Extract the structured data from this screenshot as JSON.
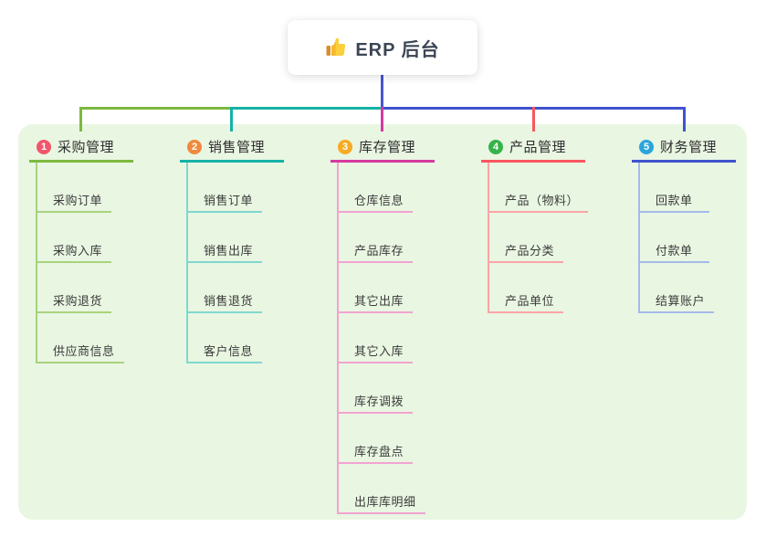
{
  "root": {
    "title": "ERP 后台",
    "icon": "thumbs-up-icon"
  },
  "panel": {
    "background": "#e9f6e2"
  },
  "connector": {
    "root_color": "#4656cf"
  },
  "branches": [
    {
      "index": "1",
      "label": "采购管理",
      "line_color": "#7cb93f",
      "child_line_color": "#a9d37d",
      "badge_color": "#f2566b",
      "children": [
        "采购订单",
        "采购入库",
        "采购退货",
        "供应商信息"
      ]
    },
    {
      "index": "2",
      "label": "销售管理",
      "line_color": "#16b2a6",
      "child_line_color": "#80d8cf",
      "badge_color": "#f0893d",
      "children": [
        "销售订单",
        "销售出库",
        "销售退货",
        "客户信息"
      ]
    },
    {
      "index": "3",
      "label": "库存管理",
      "line_color": "#d63aa0",
      "child_line_color": "#f2a3d1",
      "badge_color": "#f6ab23",
      "children": [
        "仓库信息",
        "产品库存",
        "其它出库",
        "其它入库",
        "库存调拨",
        "库存盘点",
        "出库库明细"
      ]
    },
    {
      "index": "4",
      "label": "产品管理",
      "line_color": "#f8565e",
      "child_line_color": "#fba4a6",
      "badge_color": "#36b34a",
      "children": [
        "产品（物料）",
        "产品分类",
        "产品单位"
      ]
    },
    {
      "index": "5",
      "label": "财务管理",
      "line_color": "#4053ce",
      "child_line_color": "#a6b9ea",
      "badge_color": "#2ba5db",
      "children": [
        "回款单",
        "付款单",
        "结算账户"
      ]
    }
  ]
}
